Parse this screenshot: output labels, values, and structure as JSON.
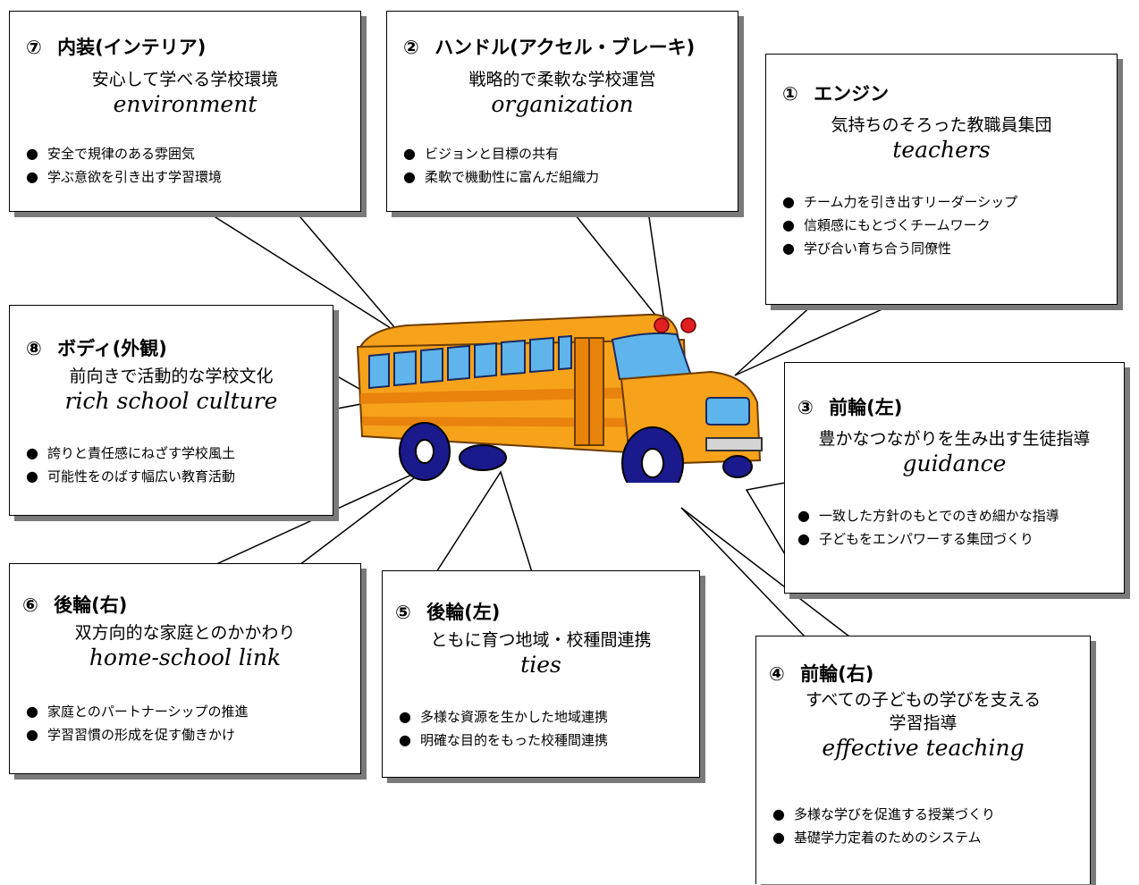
{
  "boxes": [
    {
      "key": "b7",
      "number": "⑦",
      "title": "内装(インテリア)",
      "subtitle": "安心して学べる学校環境",
      "english": "environment",
      "bullets": [
        "安全で規律のある雰囲気",
        "学ぶ意欲を引き出す学習環境"
      ]
    },
    {
      "key": "b2",
      "number": "②",
      "title": "ハンドル(アクセル・ブレーキ)",
      "subtitle": "戦略的で柔軟な学校運営",
      "english": "organization",
      "bullets": [
        "ビジョンと目標の共有",
        "柔軟で機動性に富んだ組織力"
      ]
    },
    {
      "key": "b1",
      "number": "①",
      "title": "エンジン",
      "subtitle": "気持ちのそろった教職員集団",
      "english": "teachers",
      "bullets": [
        "チーム力を引き出すリーダーシップ",
        "信頼感にもとづくチームワーク",
        "学び合い育ち合う同僚性"
      ]
    },
    {
      "key": "b8",
      "number": "⑧",
      "title": "ボディ(外観)",
      "subtitle": "前向きで活動的な学校文化",
      "english": "rich school culture",
      "bullets": [
        "誇りと責任感にねざす学校風土",
        "可能性をのばす幅広い教育活動"
      ]
    },
    {
      "key": "b3",
      "number": "③",
      "title": "前輪(左)",
      "subtitle": "豊かなつながりを生み出す生徒指導",
      "english": "guidance",
      "bullets": [
        "一致した方針のもとでのきめ細かな指導",
        "子どもをエンパワーする集団づくり"
      ]
    },
    {
      "key": "b6",
      "number": "⑥",
      "title": "後輪(右)",
      "subtitle": "双方向的な家庭とのかかわり",
      "english": "home-school link",
      "bullets": [
        "家庭とのパートナーシップの推進",
        "学習習慣の形成を促す働きかけ"
      ]
    },
    {
      "key": "b5",
      "number": "⑤",
      "title": "後輪(左)",
      "subtitle": "ともに育つ地域・校種間連携",
      "english": "ties",
      "bullets": [
        "多様な資源を生かした地域連携",
        "明確な目的をもった校種間連携"
      ]
    },
    {
      "key": "b4",
      "number": "④",
      "title": "前輪(右)",
      "subtitle": "すべての子どもの学びを支える",
      "subtitle2": "学習指導",
      "english": "effective teaching",
      "bullets": [
        "多様な学びを促進する授業づくり",
        "基礎学力定着のためのシステム"
      ]
    }
  ],
  "bullet_symbol": "●",
  "colors": {
    "bus_body": "#f7a21b",
    "bus_stripe": "#e8830c",
    "window": "#5fb4ec",
    "tire": "#1a1a8c",
    "shadow": "#7a7a7a"
  }
}
